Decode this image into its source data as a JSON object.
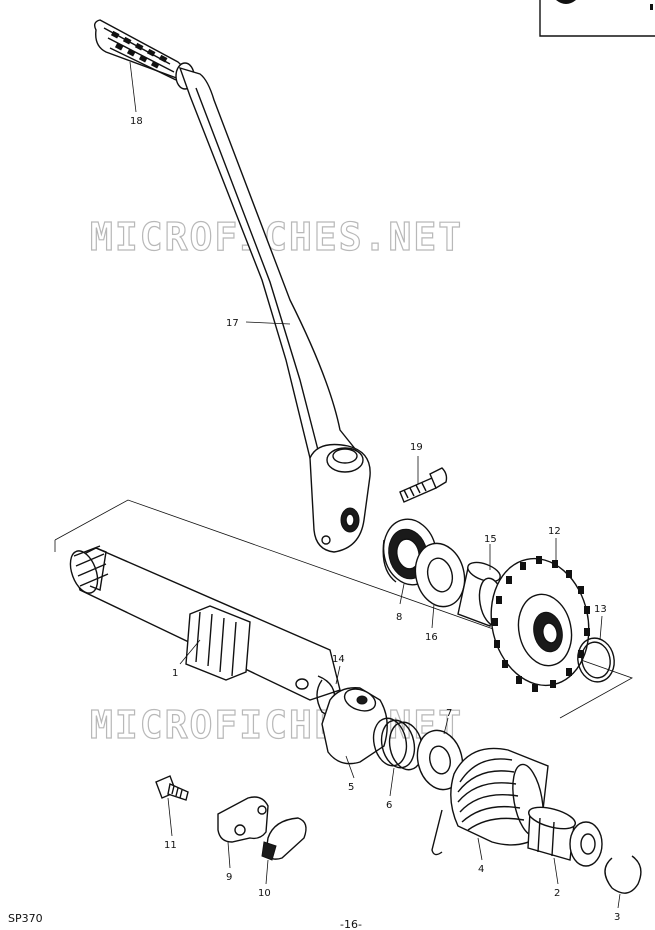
{
  "watermark": "MICROFICHES.NET",
  "footer": {
    "code": "SP370",
    "page": "-16-"
  },
  "parts": [
    {
      "id": "p1",
      "number": "1"
    },
    {
      "id": "p2",
      "number": "2"
    },
    {
      "id": "p3",
      "number": "3"
    },
    {
      "id": "p4",
      "number": "4"
    },
    {
      "id": "p5",
      "number": "5"
    },
    {
      "id": "p6",
      "number": "6"
    },
    {
      "id": "p7",
      "number": "7"
    },
    {
      "id": "p8",
      "number": "8"
    },
    {
      "id": "p9",
      "number": "9"
    },
    {
      "id": "p10",
      "number": "10"
    },
    {
      "id": "p11",
      "number": "11"
    },
    {
      "id": "p12",
      "number": "12"
    },
    {
      "id": "p13",
      "number": "13"
    },
    {
      "id": "p14",
      "number": "14"
    },
    {
      "id": "p15",
      "number": "15"
    },
    {
      "id": "p16",
      "number": "16"
    },
    {
      "id": "p17",
      "number": "17"
    },
    {
      "id": "p18",
      "number": "18"
    },
    {
      "id": "p19",
      "number": "19"
    }
  ]
}
